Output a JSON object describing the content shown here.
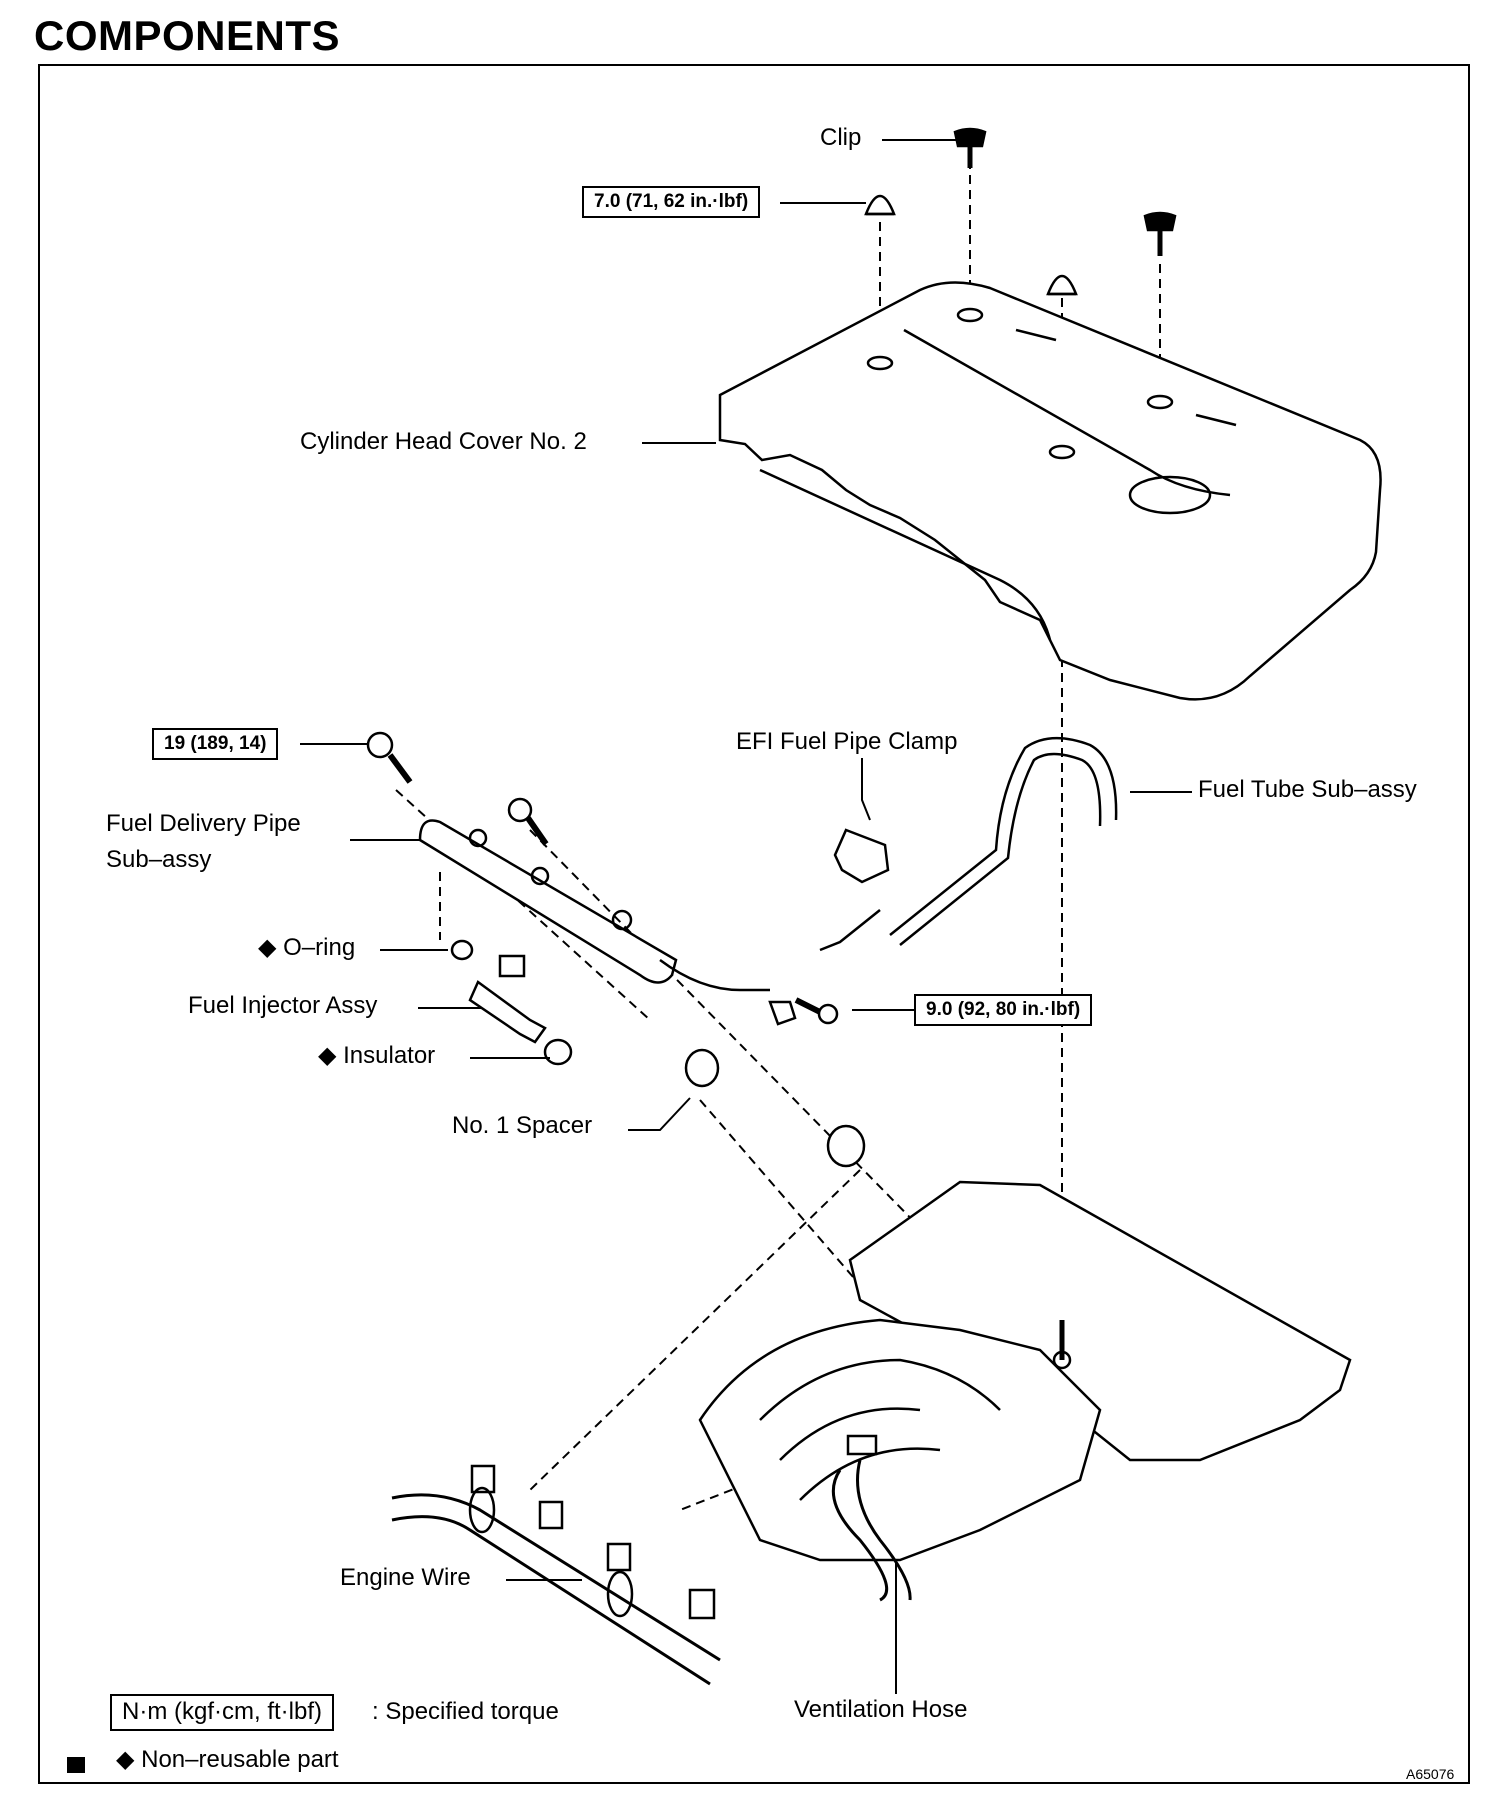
{
  "heading": "COMPONENTS",
  "labels": {
    "clip": "Clip",
    "cylinder_head_cover": "Cylinder Head Cover No. 2",
    "efi_clamp": "EFI Fuel Pipe Clamp",
    "fuel_tube": "Fuel Tube Sub–assy",
    "fuel_delivery_pipe_1": "Fuel Delivery Pipe",
    "fuel_delivery_pipe_2": "Sub–assy",
    "o_ring": "◆ O–ring",
    "fuel_injector": "Fuel Injector Assy",
    "insulator": "◆ Insulator",
    "spacer": "No. 1 Spacer",
    "engine_wire": "Engine Wire",
    "ventilation_hose": "Ventilation Hose"
  },
  "torques": {
    "cover_nut": "7.0 (71, 62 in.·lbf)",
    "delivery_bolt": "19 (189, 14)",
    "clamp_bolt": "9.0 (92, 80 in.·lbf)"
  },
  "legend": {
    "torque_unit": "N·m (kgf·cm, ft·lbf)",
    "torque_desc": ": Specified torque",
    "nonreusable": "◆ Non–reusable part"
  },
  "figure_code": "A65076"
}
